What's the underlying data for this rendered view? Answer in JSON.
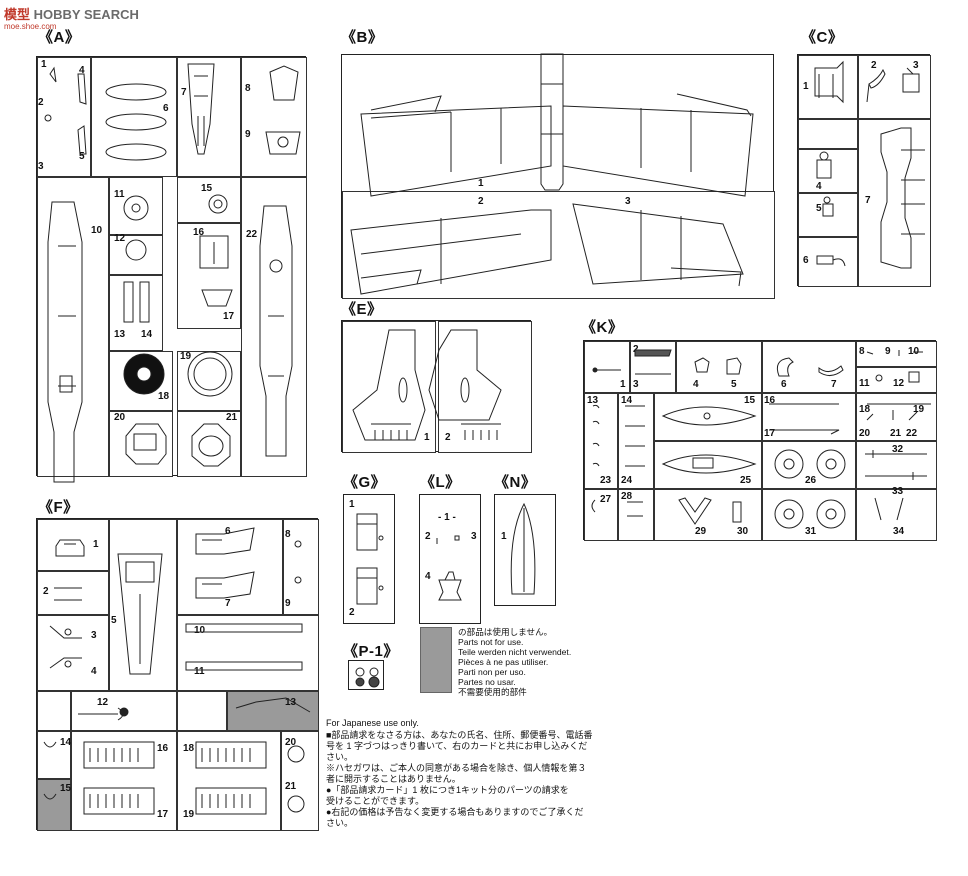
{
  "watermark": {
    "cn": "模型",
    "en": "HOBBY SEARCH",
    "url": "moe.shoe.com"
  },
  "sections": {
    "A": "《A》",
    "B": "《B》",
    "C": "《C》",
    "E": "《E》",
    "F": "《F》",
    "G": "《G》",
    "K": "《K》",
    "L": "《L》",
    "N": "《N》",
    "P1": "《P-1》"
  },
  "notes": {
    "jp_only": "For Japanese use only.",
    "lines": [
      "■部品請求をなさる方は、あなたの氏名、住所、郵便番号、電話番",
      "号を 1 字づつはっきり書いて、右のカードと共にお申し込みくだ",
      "さい。",
      "※ハセガワは、ご本人の同意がある場合を除き、個人情報を第３",
      "者に開示することはありません。",
      "●「部品請求カード」1 枚につき1キット分のパーツの請求を",
      "受けることができます。",
      "●右記の価格は予告なく変更する場合もありますのでご了承くだ",
      "さい。"
    ]
  },
  "unused_legend": [
    "の部品は使用しません。",
    "Parts not for use.",
    "Teile werden nicht verwendet.",
    "Pièces à ne pas utiliser.",
    "Parti non per uso.",
    "Partes no usar.",
    "不需要使用的部件"
  ],
  "L_top_label": "- 1 -"
}
